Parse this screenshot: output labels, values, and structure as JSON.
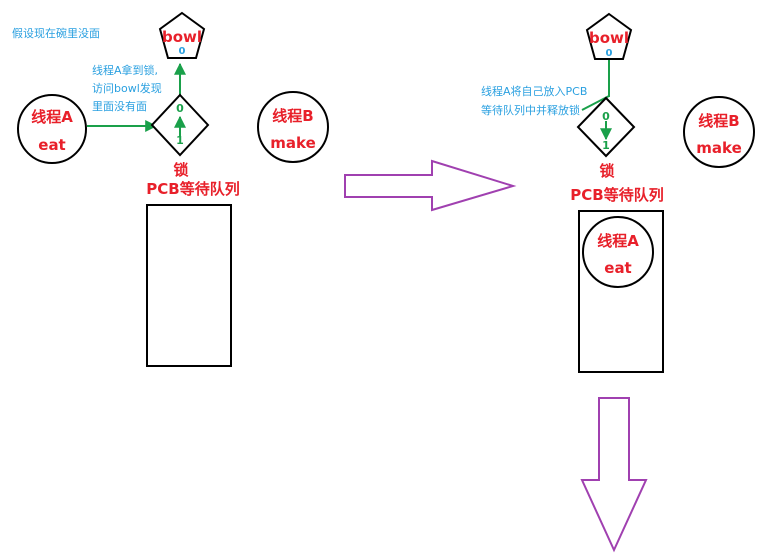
{
  "left_scene": {
    "note": "假设现在碗里没面",
    "bowl_label": "bowl",
    "bowl_count": "0",
    "action_lines": [
      "线程A拿到锁,",
      "访问bowl发现",
      "里面没有面"
    ],
    "lock_label": "锁",
    "lock_top_value": "0",
    "lock_bottom_value": "1",
    "thread_a": {
      "name": "线程A",
      "action": "eat"
    },
    "thread_b": {
      "name": "线程B",
      "action": "make"
    },
    "queue_label": "PCB等待队列"
  },
  "right_scene": {
    "bowl_label": "bowl",
    "bowl_count": "0",
    "action_lines": [
      "线程A将自己放入PCB",
      "等待队列中并释放锁"
    ],
    "lock_label": "锁",
    "lock_top_value": "0",
    "lock_bottom_value": "1",
    "thread_b": {
      "name": "线程B",
      "action": "make"
    },
    "queue_label": "PCB等待队列",
    "queued_thread": {
      "name": "线程A",
      "action": "eat"
    }
  },
  "colors": {
    "label_red": "#e8202a",
    "note_blue": "#2aa0e0",
    "flow_green": "#1aa04a",
    "transition_purple": "#a040b0",
    "outline": "#000000"
  }
}
